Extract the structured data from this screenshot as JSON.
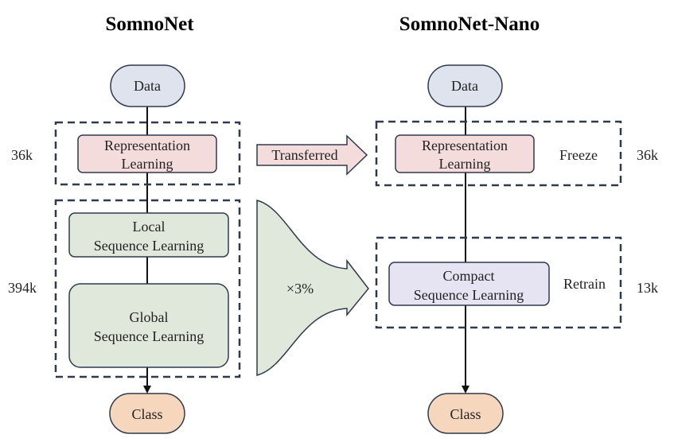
{
  "left_panel": {
    "title": "SomnoNet",
    "data_label": "Data",
    "representation": [
      "Representation",
      "Learning"
    ],
    "local": [
      "Local",
      "Sequence Learning"
    ],
    "global": [
      "Global",
      "Sequence Learning"
    ],
    "class_label": "Class",
    "params_rep": "36k",
    "params_seq": "394k"
  },
  "right_panel": {
    "title": "SomnoNet-Nano",
    "data_label": "Data",
    "representation": [
      "Representation",
      "Learning"
    ],
    "compact": [
      "Compact",
      "Sequence Learning"
    ],
    "class_label": "Class",
    "freeze_label": "Freeze",
    "retrain_label": "Retrain",
    "params_rep": "36k",
    "params_seq": "13k"
  },
  "middle": {
    "transferred_label": "Transferred",
    "compression_label": "×3%"
  },
  "colors": {
    "data_fill": "#dfe3ee",
    "rep_fill": "#f5dcdc",
    "seq_fill": "#e0e8dc",
    "compact_fill": "#e6e3f3",
    "class_fill": "#f6d6bc",
    "stroke": "#2f3a4e"
  }
}
